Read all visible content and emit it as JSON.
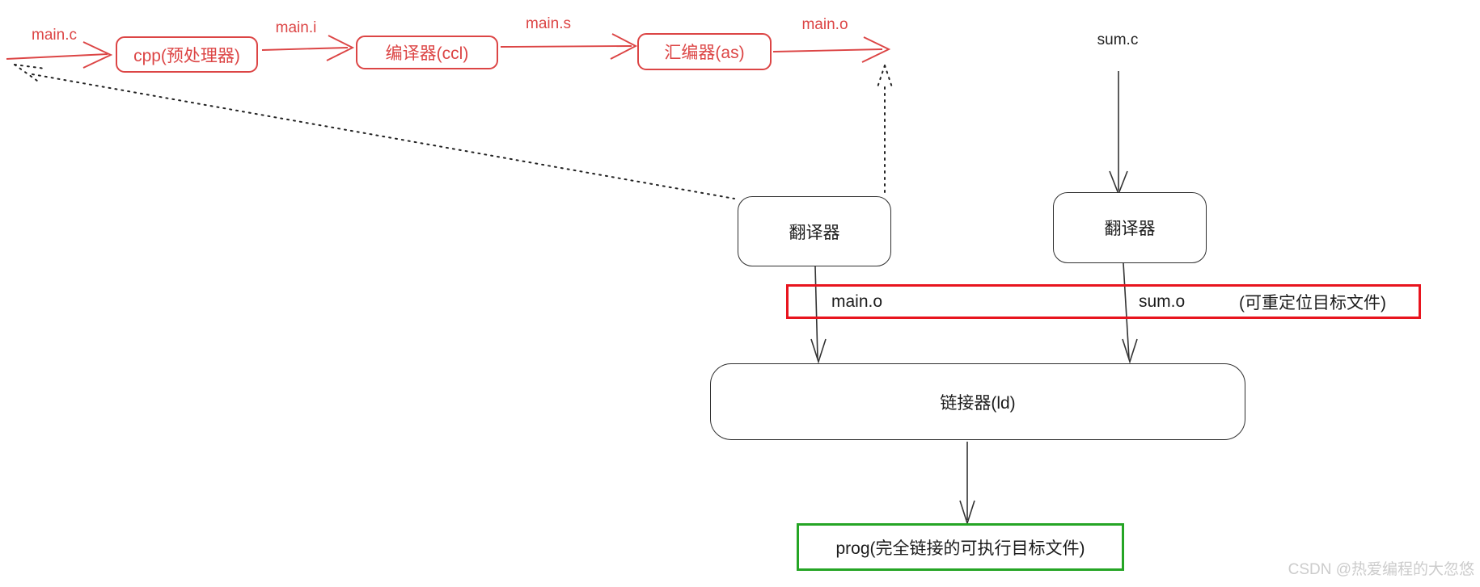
{
  "diagram": {
    "compile_chain": {
      "source_label": "main.c",
      "preprocessor_box": "cpp(预处理器)",
      "preprocessed_label": "main.i",
      "compiler_box": "编译器(ccl)",
      "assembly_label": "main.s",
      "assembler_box": "汇编器(as)",
      "object_label": "main.o"
    },
    "sum_branch": {
      "source_label": "sum.c"
    },
    "translators": {
      "left_label": "翻译器",
      "right_label": "翻译器"
    },
    "object_files": {
      "main_label": "main.o",
      "sum_label": "sum.o",
      "note": "(可重定位目标文件)"
    },
    "linker": {
      "label": "链接器(ld)"
    },
    "output": {
      "label": "prog(完全链接的可执行目标文件)"
    },
    "watermark": "CSDN @热爱编程的大忽悠",
    "colors": {
      "chain_red": "#dc4545",
      "object_files_border_red": "#e8141e",
      "output_border_green": "#25a525",
      "line_black": "#333333",
      "watermark_gray": "#cccccc"
    }
  }
}
